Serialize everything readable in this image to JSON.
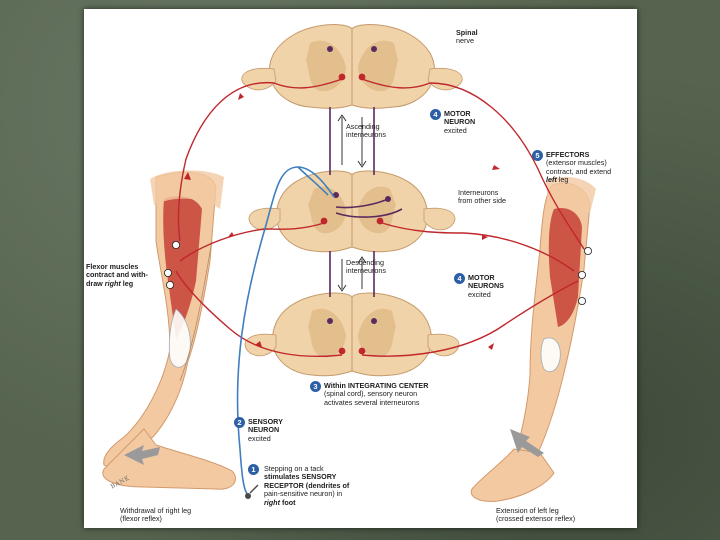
{
  "labels": {
    "spinal_nerve": [
      "Spinal",
      "nerve"
    ],
    "motor_neuron_top": {
      "badge": "4",
      "lines": [
        "MOTOR",
        "NEURON",
        "excited"
      ]
    },
    "ascending": [
      "Ascending",
      "interneurons"
    ],
    "effectors": {
      "badge": "5",
      "lines": [
        "EFFECTORS",
        "(extensor muscles)",
        "contract, and extend"
      ],
      "tail_em": "left",
      "tail_rest": " leg"
    },
    "interneurons_other": [
      "Interneurons",
      "from other side"
    ],
    "flexor": {
      "lines": [
        "Flexor muscles",
        "contract and with-"
      ],
      "tail_pre": "draw ",
      "tail_em": "right",
      "tail_rest": " leg"
    },
    "descending": [
      "Descending",
      "interneurons"
    ],
    "motor_neurons_bottom": {
      "badge": "4",
      "lines": [
        "MOTOR",
        "NEURONS",
        "excited"
      ]
    },
    "integrating": {
      "badge": "3",
      "lines": [
        "Within INTEGRATING CENTER",
        "(spinal cord), sensory neuron",
        "activates several interneurons"
      ]
    },
    "sensory": {
      "badge": "2",
      "lines": [
        "SENSORY",
        "NEURON",
        "excited"
      ]
    },
    "stepping": {
      "badge": "1",
      "lines": [
        "Stepping on a tack",
        "stimulates SENSORY",
        "RECEPTOR (dendrites of",
        "pain-sensitive neuron) in"
      ],
      "tail_em": "right",
      "tail_rest": " foot"
    },
    "withdrawal": [
      "Withdrawal of right leg",
      "(flexor reflex)"
    ],
    "extension": [
      "Extension of left leg",
      "(crossed extensor reflex)"
    ]
  },
  "signature": "BANK",
  "colors": {
    "cord": "#f0d3a8",
    "grey_matter": "#e3bf8e",
    "motor_path": "#c0272d",
    "sensory_path": "#3f7fc0",
    "interneuron": "#5a2a5e",
    "muscle": "#c9483c",
    "skin": "#f3c9a2",
    "badge": "#2d5fa6"
  }
}
